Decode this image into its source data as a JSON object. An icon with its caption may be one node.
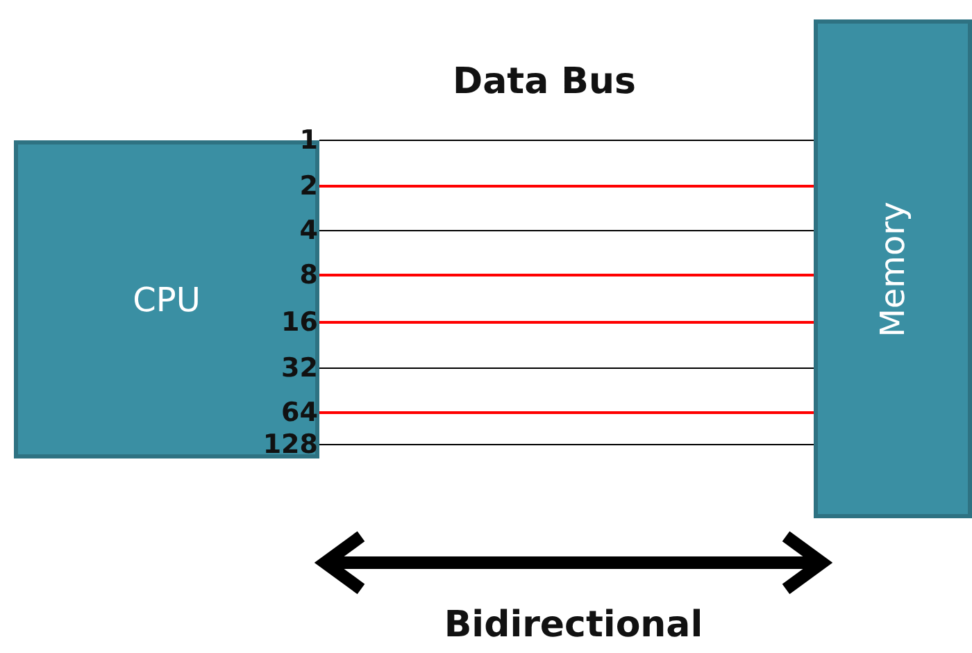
{
  "diagram": {
    "nodes": [
      {
        "text": [
          "CPU"
        ]
      },
      {
        "text": [
          "Memory"
        ]
      }
    ],
    "edges": [
      {
        "from": 0,
        "to": 1,
        "arrow": "none",
        "label": "1"
      },
      {
        "from": 0,
        "to": 1,
        "arrow": "none",
        "label": "2",
        "color": "#ff0000"
      },
      {
        "from": 0,
        "to": 1,
        "arrow": "none",
        "label": "4"
      },
      {
        "from": 0,
        "to": 1,
        "arrow": "none",
        "label": "8",
        "color": "#ff0000"
      },
      {
        "from": 0,
        "to": 1,
        "arrow": "none",
        "label": "16",
        "color": "#ff0000"
      },
      {
        "from": 0,
        "to": 1,
        "arrow": "none",
        "label": "32"
      },
      {
        "from": 0,
        "to": 1,
        "arrow": "none",
        "label": "64",
        "color": "#ff0000"
      },
      {
        "from": 0,
        "to": 1,
        "arrow": "none",
        "label": "128"
      }
    ],
    "labels": [
      "Data Bus",
      "Bidirectional"
    ]
  }
}
